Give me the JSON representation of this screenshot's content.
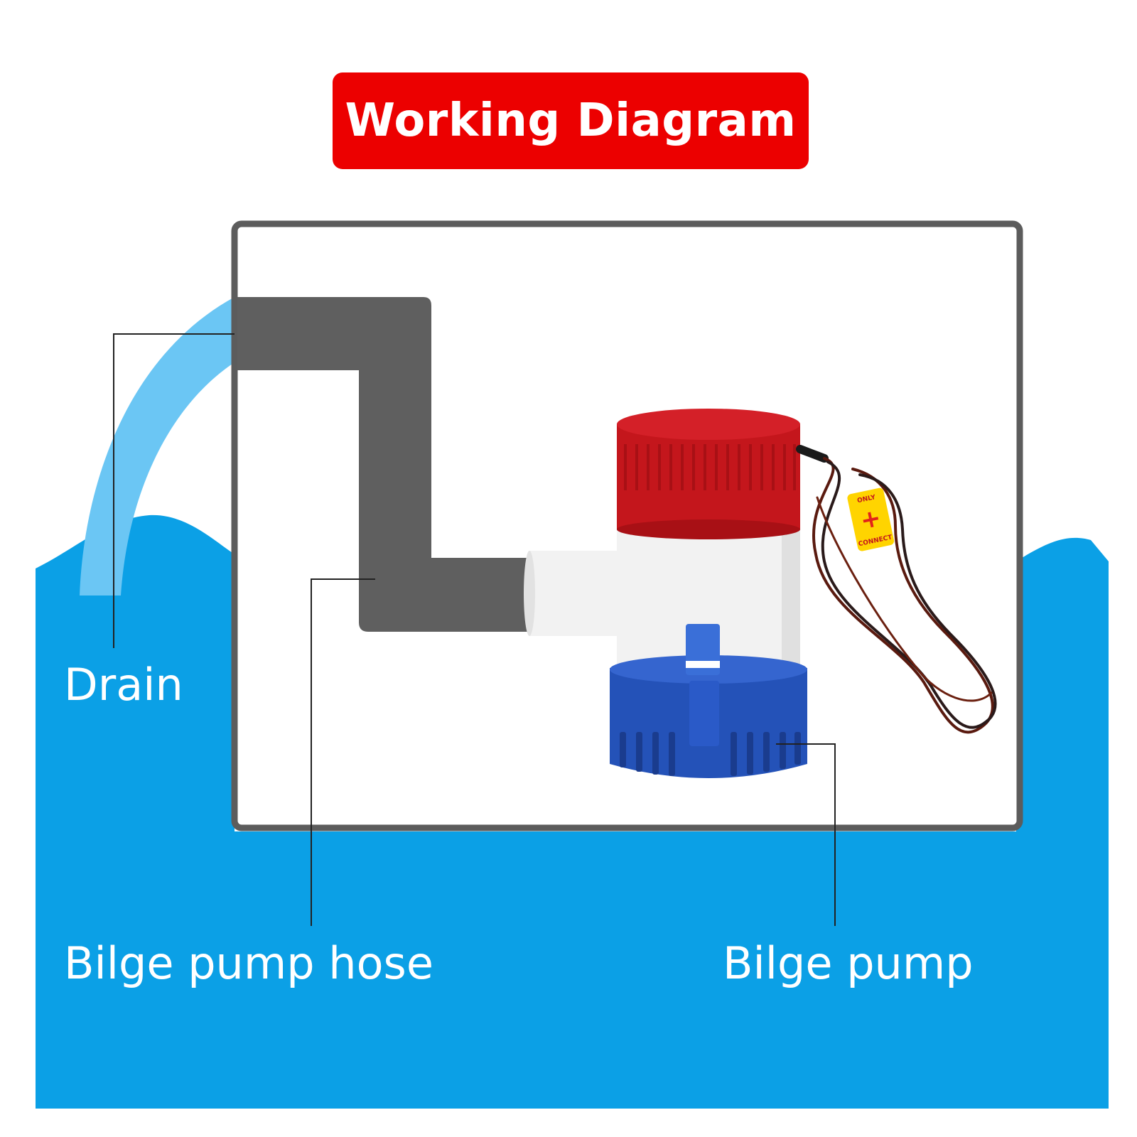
{
  "title": "Working Diagram",
  "labels": {
    "drain": "Drain",
    "hose": "Bilge pump hose",
    "pump": "Bilge pump"
  },
  "wire_tag": {
    "top_text": "ONLY",
    "sign": "+",
    "bottom_text": "CONNECT"
  },
  "colors": {
    "title_background": "#ec0000",
    "water": "#0ba0e6",
    "water_stream": "#6bc6f4",
    "hose": "#5f5f5f",
    "frame": "#5c5c5c",
    "pump_cap": "#c4161c",
    "pump_body": "#f2f2f2",
    "pump_base": "#2452b8",
    "wire": "#5a1a0f",
    "tag": "#ffd400",
    "label_text": "#ffffff"
  },
  "icons": {
    "pump": "bilge-pump-icon",
    "hose": "hose-icon",
    "water": "water-wave-icon"
  }
}
